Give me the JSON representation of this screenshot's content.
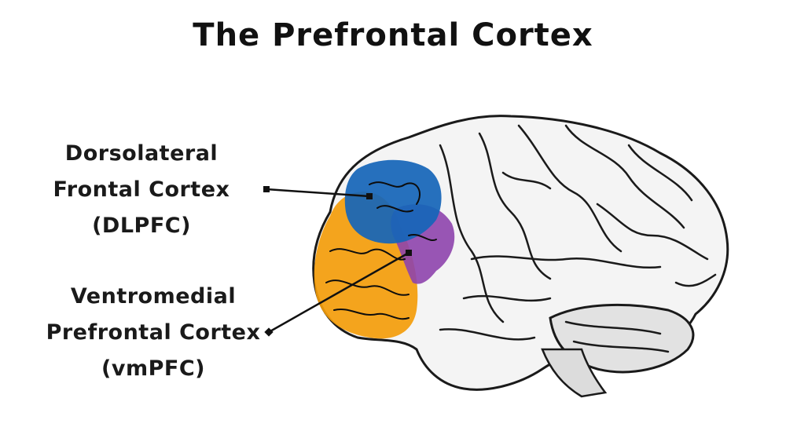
{
  "title": "The Prefrontal Cortex",
  "labels": {
    "dlpfc": {
      "lines": [
        "Dorsolateral",
        "Frontal Cortex",
        "(DLPFC)"
      ]
    },
    "vmpfc": {
      "lines": [
        "Ventromedial",
        "Prefrontal Cortex",
        "(vmPFC)"
      ]
    }
  },
  "colors": {
    "dlpfc_region": "#1565b8",
    "vmpfc_region": "#f39c0a",
    "overlap_region": "#8e44ad",
    "outline": "#1a1a1a",
    "brain_fill": "#f4f4f4"
  },
  "icons": {
    "brain": "brain-illustration"
  }
}
